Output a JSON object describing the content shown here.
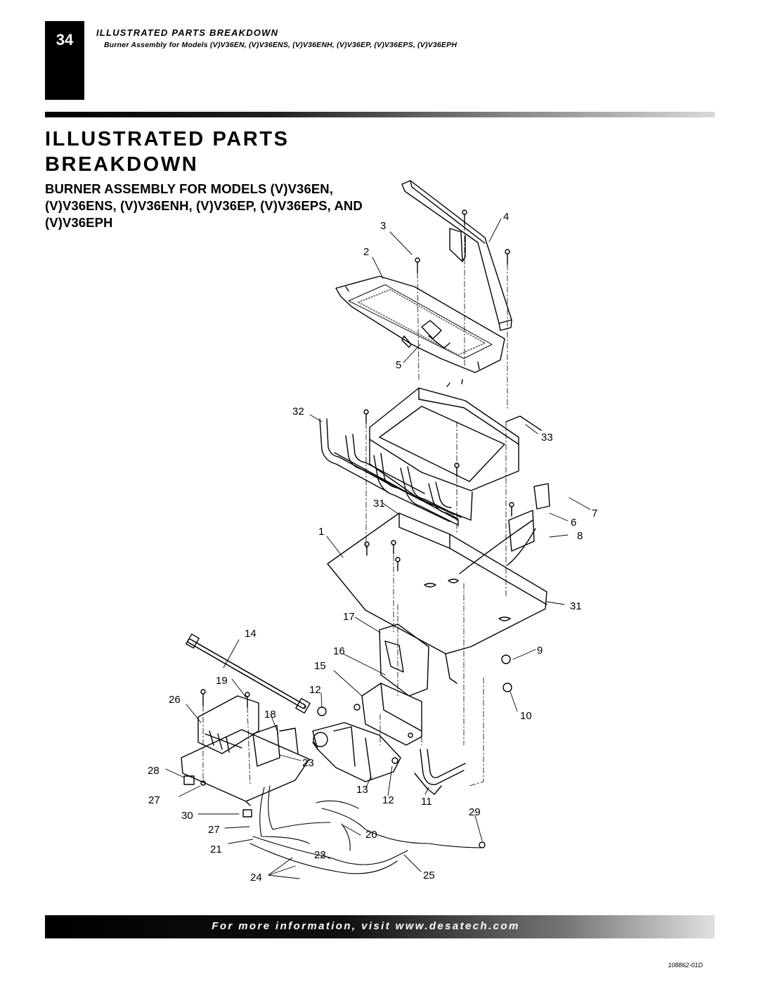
{
  "header": {
    "page_number": "34",
    "section_title": "ILLUSTRATED PARTS BREAKDOWN",
    "subtitle": "Burner Assembly for Models (V)V36EN, (V)V36ENS, (V)V36ENH, (V)V36EP, (V)V36EPS, (V)V36EPH"
  },
  "main": {
    "title": "ILLUSTRATED PARTS BREAKDOWN",
    "subtitle": "BURNER ASSEMBLY FOR MODELS (V)V36EN, (V)V36ENS, (V)V36ENH, (V)V36EP, (V)V36EPS, AND (V)V36EPH"
  },
  "callouts": {
    "c1": "1",
    "c2": "2",
    "c3": "3",
    "c4": "4",
    "c5": "5",
    "c6": "6",
    "c7": "7",
    "c8": "8",
    "c9": "9",
    "c10": "10",
    "c11": "11",
    "c12a": "12",
    "c12b": "12",
    "c13": "13",
    "c14": "14",
    "c15": "15",
    "c16": "16",
    "c17": "17",
    "c18": "18",
    "c19": "19",
    "c20": "20",
    "c21": "21",
    "c22": "22",
    "c23": "23",
    "c24": "24",
    "c25": "25",
    "c26": "26",
    "c27a": "27",
    "c27b": "27",
    "c28": "28",
    "c29": "29",
    "c30": "30",
    "c31a": "31",
    "c31b": "31",
    "c32": "32",
    "c33": "33"
  },
  "footer": {
    "info_text": "For more information, visit www.desatech.com",
    "doc_code": "108862-01D"
  }
}
